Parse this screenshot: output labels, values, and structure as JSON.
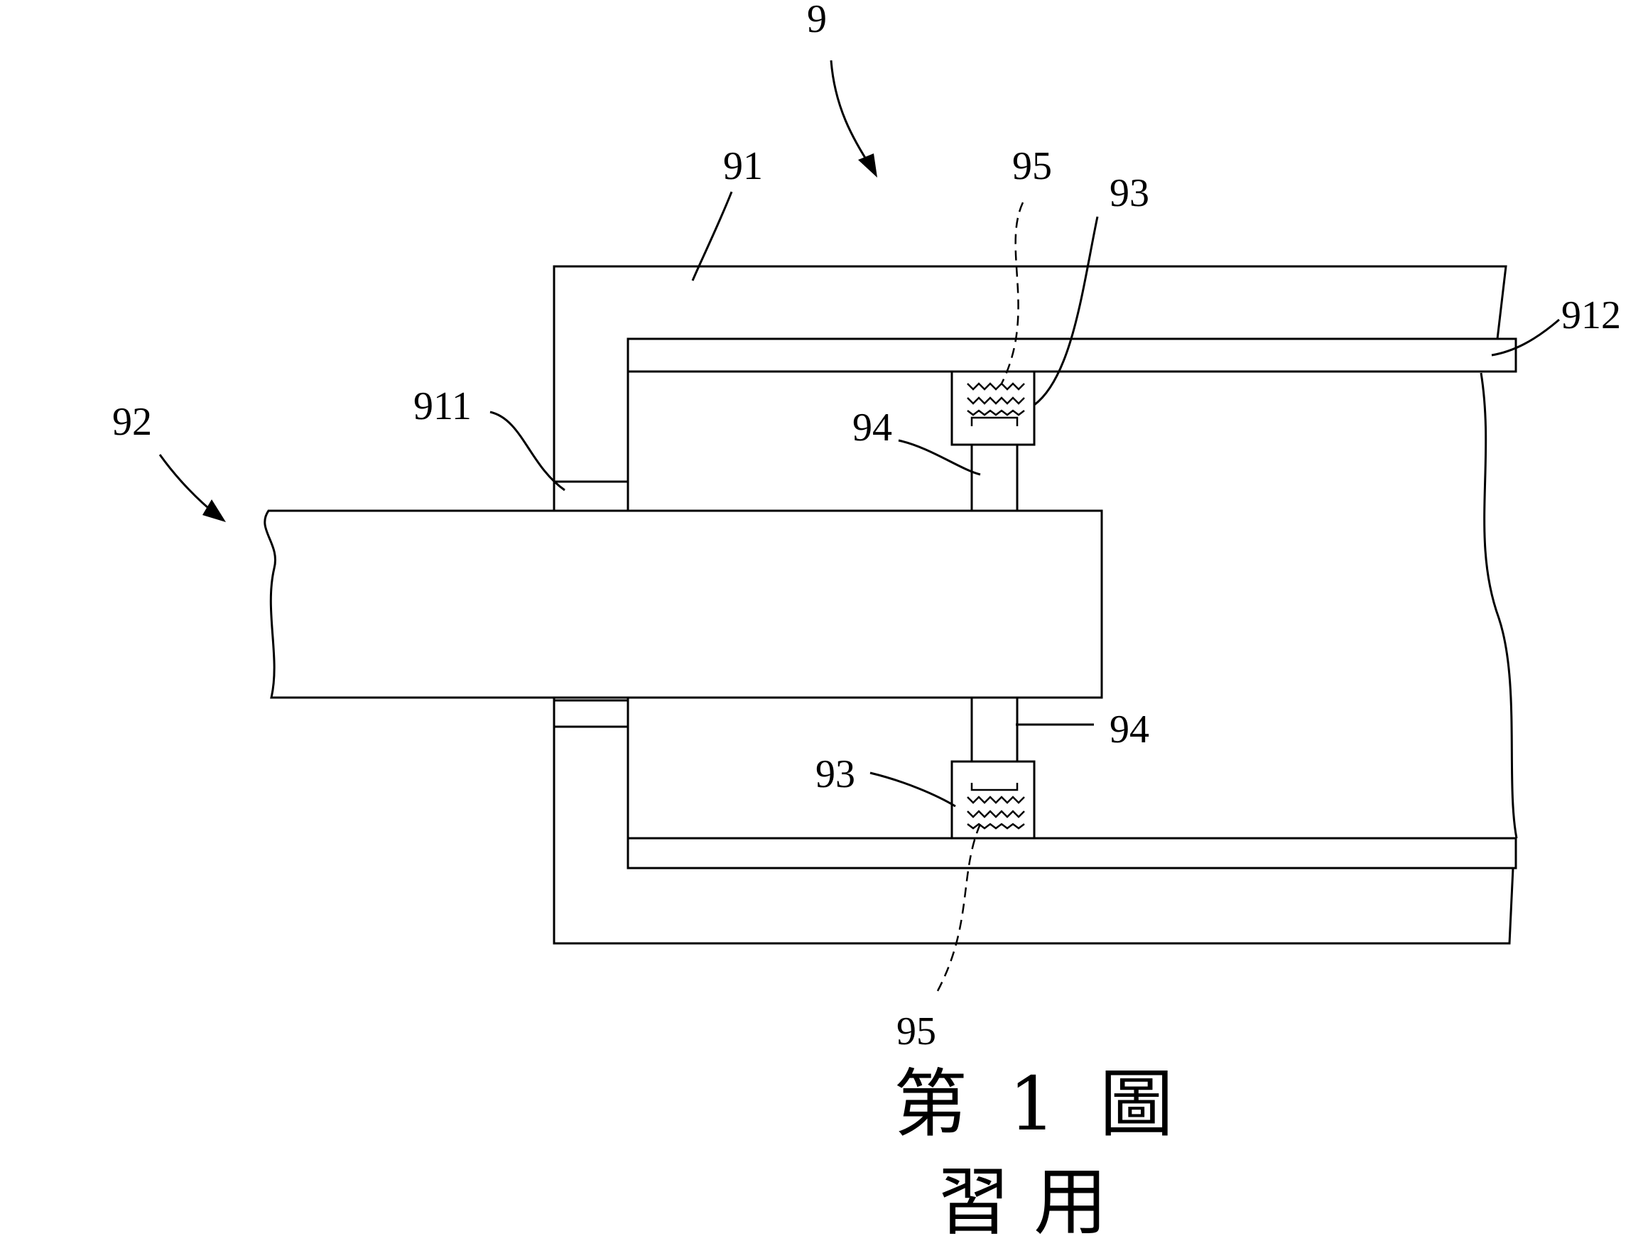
{
  "labels": {
    "assembly": "9",
    "housing": "91",
    "seal": "911",
    "lining": "912",
    "shaft": "92",
    "holder_top": "93",
    "holder_bottom": "93",
    "brush_top": "94",
    "brush_bottom": "94",
    "spring_top": "95",
    "spring_bottom": "95"
  },
  "caption": {
    "figure_char": "第",
    "figure_number": "1",
    "figure_suffix": "圖",
    "subtitle": "習 用"
  }
}
